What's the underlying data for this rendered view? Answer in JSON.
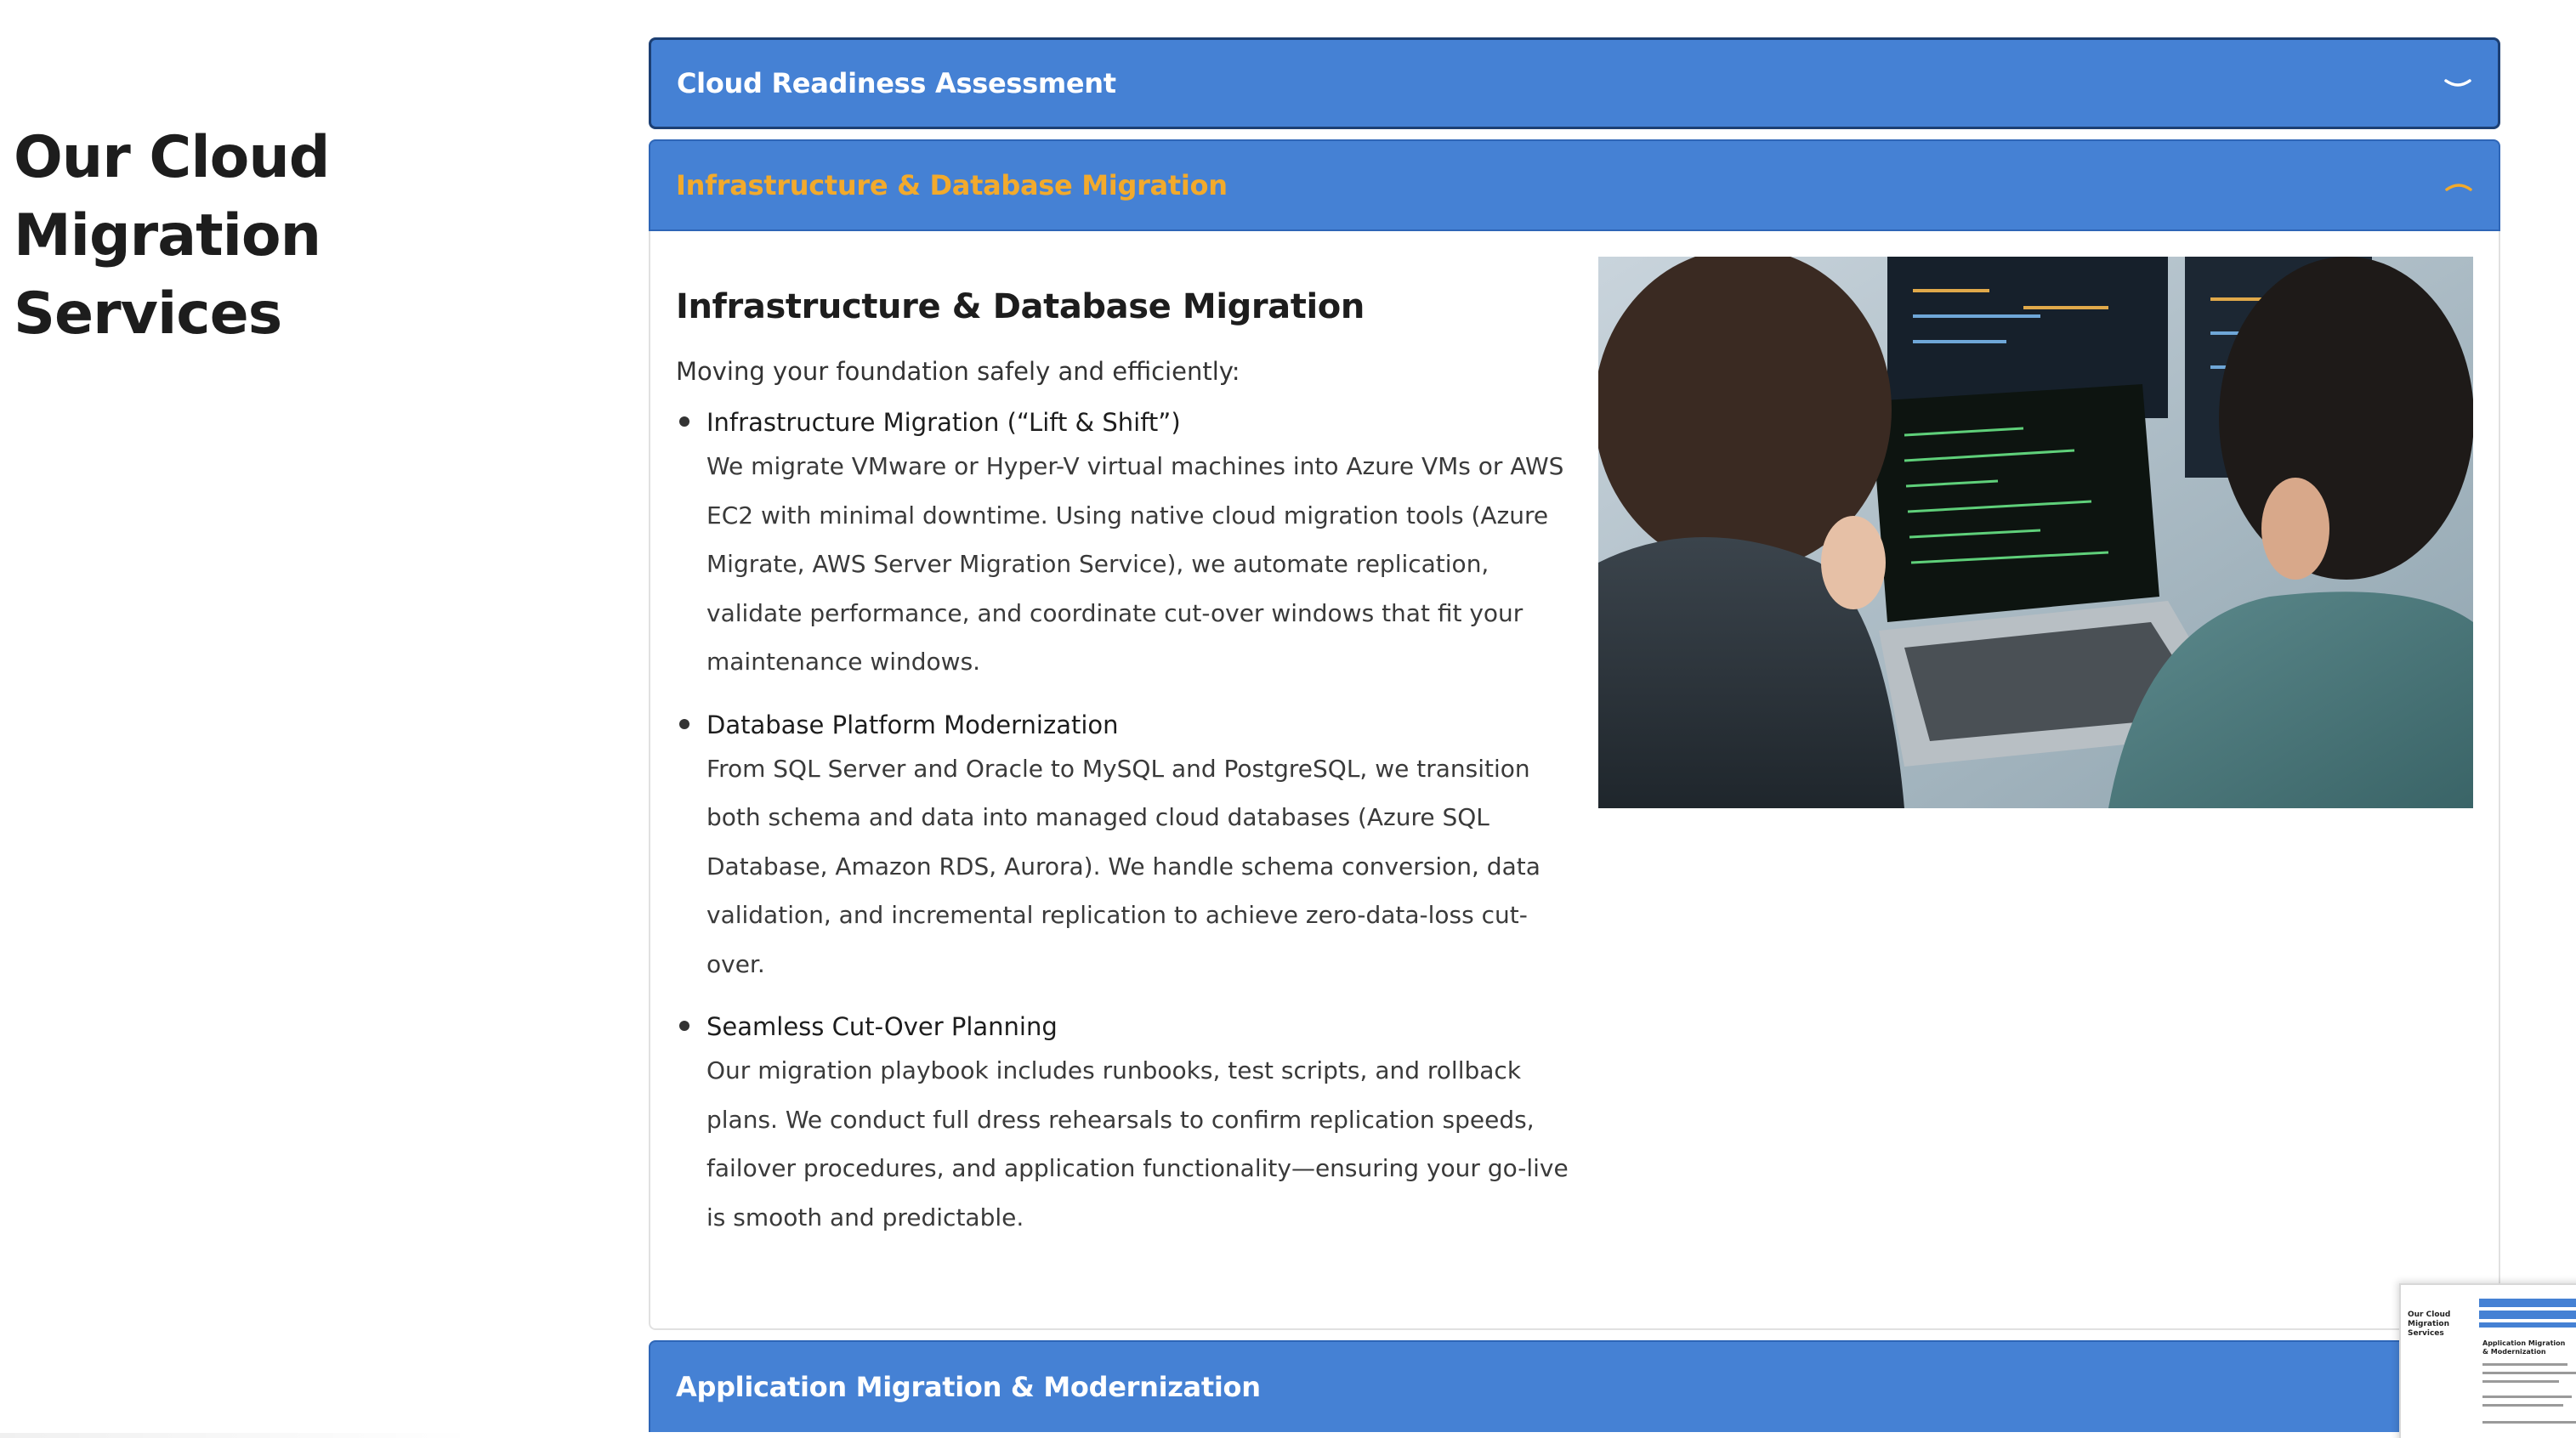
{
  "section": {
    "title_line1": "Our Cloud Migration",
    "title_line2": "Services"
  },
  "accordion": {
    "item1": {
      "title": "Cloud Readiness Assessment",
      "icon": "chevron-down-icon"
    },
    "item2": {
      "title": "Infrastructure & Database Migration",
      "icon": "chevron-up-icon",
      "content": {
        "heading": "Infrastructure & Database Migration",
        "intro": "Moving your foundation safely and efficiently:",
        "items": [
          {
            "title": "Infrastructure Migration (“Lift & Shift”)",
            "description": "We migrate VMware or Hyper-V virtual machines into Azure VMs or AWS EC2 with minimal downtime. Using native cloud migration tools (Azure Migrate, AWS Server Migration Service), we automate replication, validate performance, and coordinate cut-over windows that fit your maintenance windows."
          },
          {
            "title": "Database Platform Modernization",
            "description": "From SQL Server and Oracle to MySQL and PostgreSQL, we transition both schema and data into managed cloud databases (Azure SQL Database, Amazon RDS, Aurora). We handle schema conversion, data validation, and incremental replication to achieve zero-data-loss cut-over."
          },
          {
            "title": "Seamless Cut-Over Planning",
            "description": "Our migration playbook includes runbooks, test scripts, and rollback plans. We conduct full dress rehearsals to confirm replication speeds, failover procedures, and application functionality—ensuring your go-live is smooth and predictable."
          }
        ]
      }
    },
    "item3": {
      "title": "Application Migration & Modernization"
    }
  },
  "thumbnail": {
    "title": "Our Cloud Migration Services",
    "heading": "Application Migration & Modernization"
  },
  "colors": {
    "header_blue": "#4581d4",
    "active_orange": "#f2aa2c",
    "text_dark": "#1d1d1d"
  }
}
